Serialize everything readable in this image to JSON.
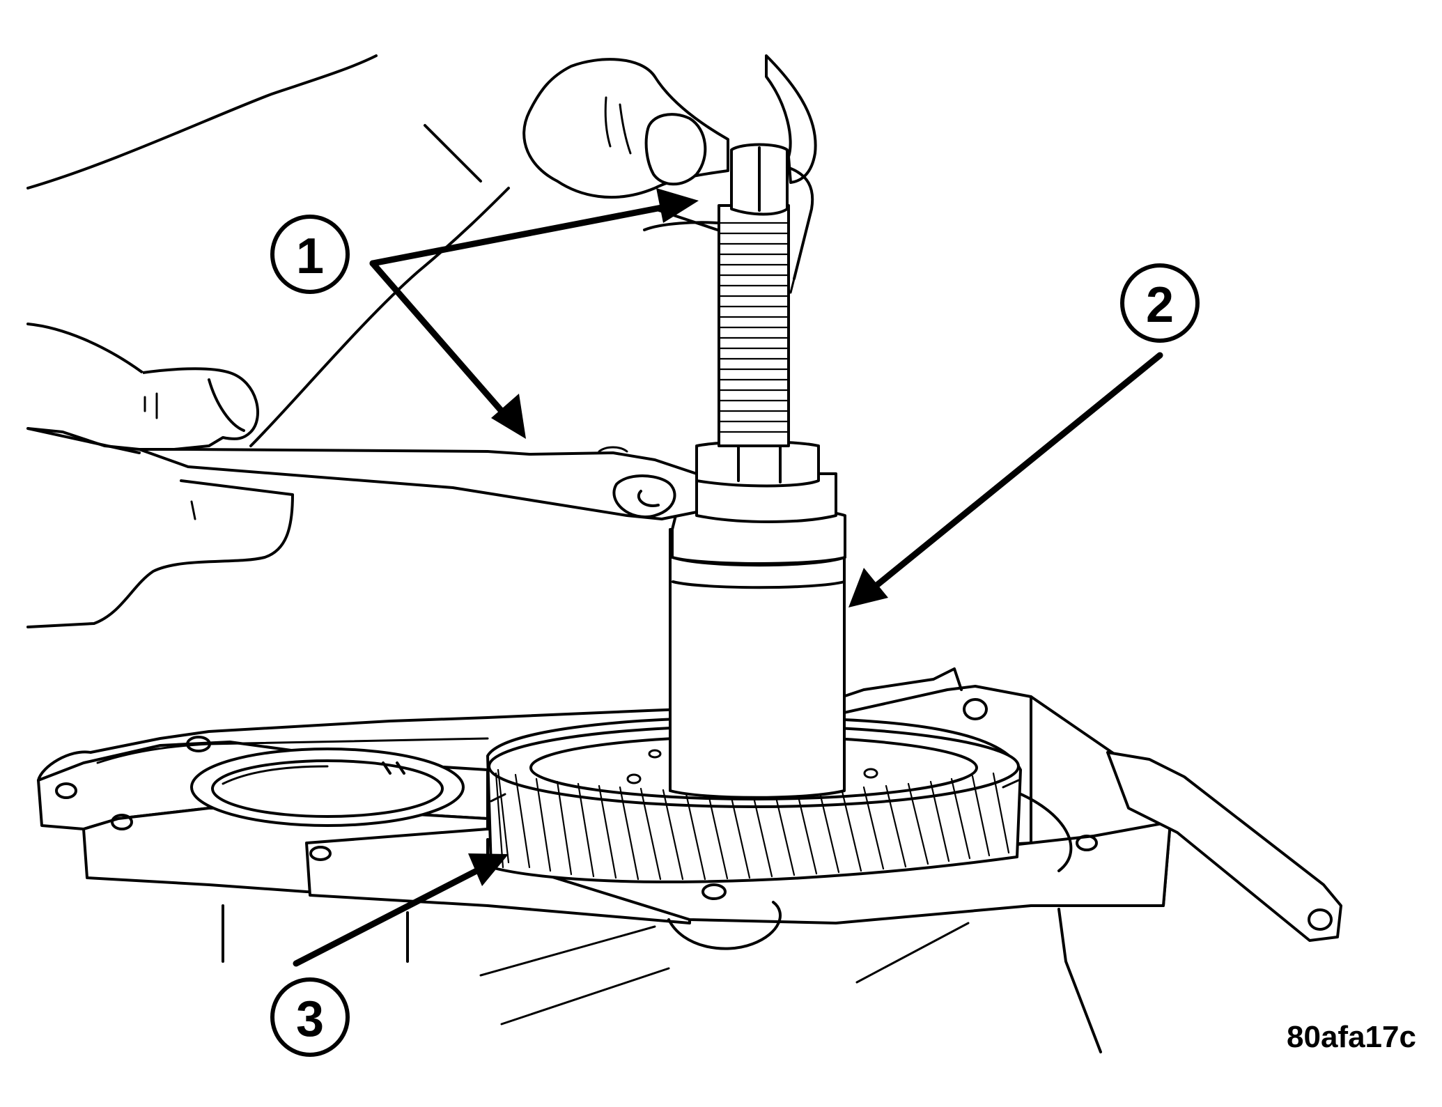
{
  "figure": {
    "callouts": [
      {
        "id": "1",
        "label": "1"
      },
      {
        "id": "2",
        "label": "2"
      },
      {
        "id": "3",
        "label": "3"
      }
    ],
    "figure_code": "80afa17c"
  }
}
